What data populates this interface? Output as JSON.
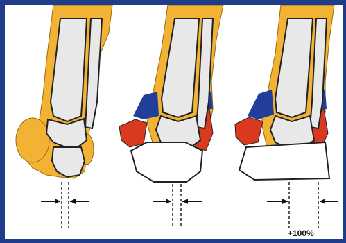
{
  "colors": {
    "frame": "#1e3d8a",
    "soft_tissue": "#f2b233",
    "bone": "#e8e8e8",
    "bone_outline": "#222222",
    "red_part": "#d93a1f",
    "blue_part": "#213f9a",
    "guide_line": "#222222"
  },
  "figures": [
    {
      "name": "ankle-1",
      "caption": ""
    },
    {
      "name": "ankle-2",
      "caption": ""
    },
    {
      "name": "ankle-3",
      "caption": "+100%"
    }
  ]
}
